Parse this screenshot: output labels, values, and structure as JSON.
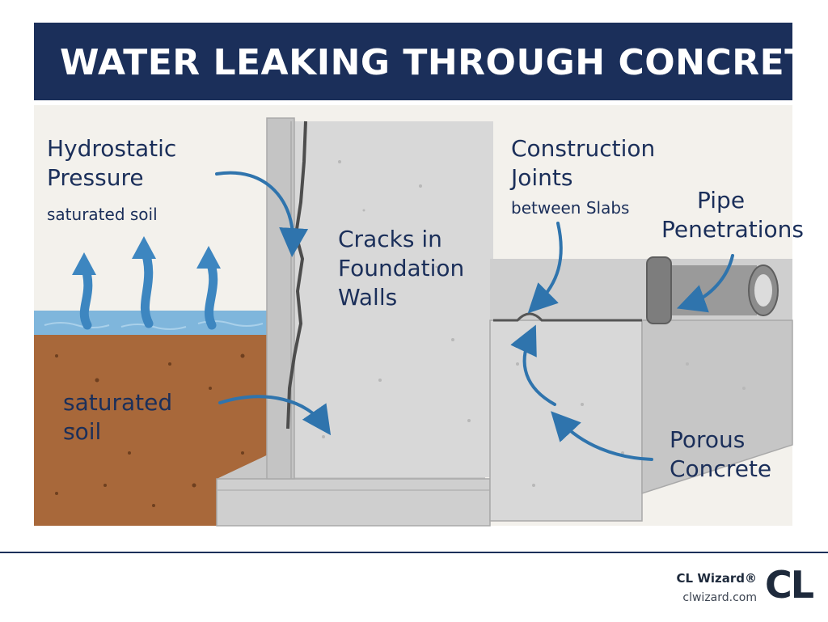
{
  "title": "WATER LEAKING THROUGH CONCRETE",
  "labels": {
    "hydrostatic_line1": "Hydrostatic",
    "hydrostatic_line2": "Pressure",
    "hydrostatic_sub": "saturated soil",
    "soil_line1": "saturated",
    "soil_line2": "soil",
    "cracks_line1": "Cracks in",
    "cracks_line2": "Foundation",
    "cracks_line3": "Walls",
    "joints_line1": "Construction",
    "joints_line2": "Joints",
    "joints_sub": "between Slabs",
    "pipe_line1": "Pipe",
    "pipe_line2": "Penetrations",
    "porous_line1": "Porous",
    "porous_line2": "Concrete"
  },
  "brand": {
    "name": "CL Wizard®",
    "url": "clwizard.com",
    "logo": "CL"
  },
  "colors": {
    "banner": "#1b2f5a",
    "label_text": "#1b2f5a",
    "arrow": "#2f74ad",
    "water": "#7fb6dc",
    "soil": "#a8683a",
    "concrete": "#d5d5d5"
  },
  "icons": [
    "water-rising-arrow-icon",
    "pointer-arrow-icon",
    "pipe-icon"
  ]
}
